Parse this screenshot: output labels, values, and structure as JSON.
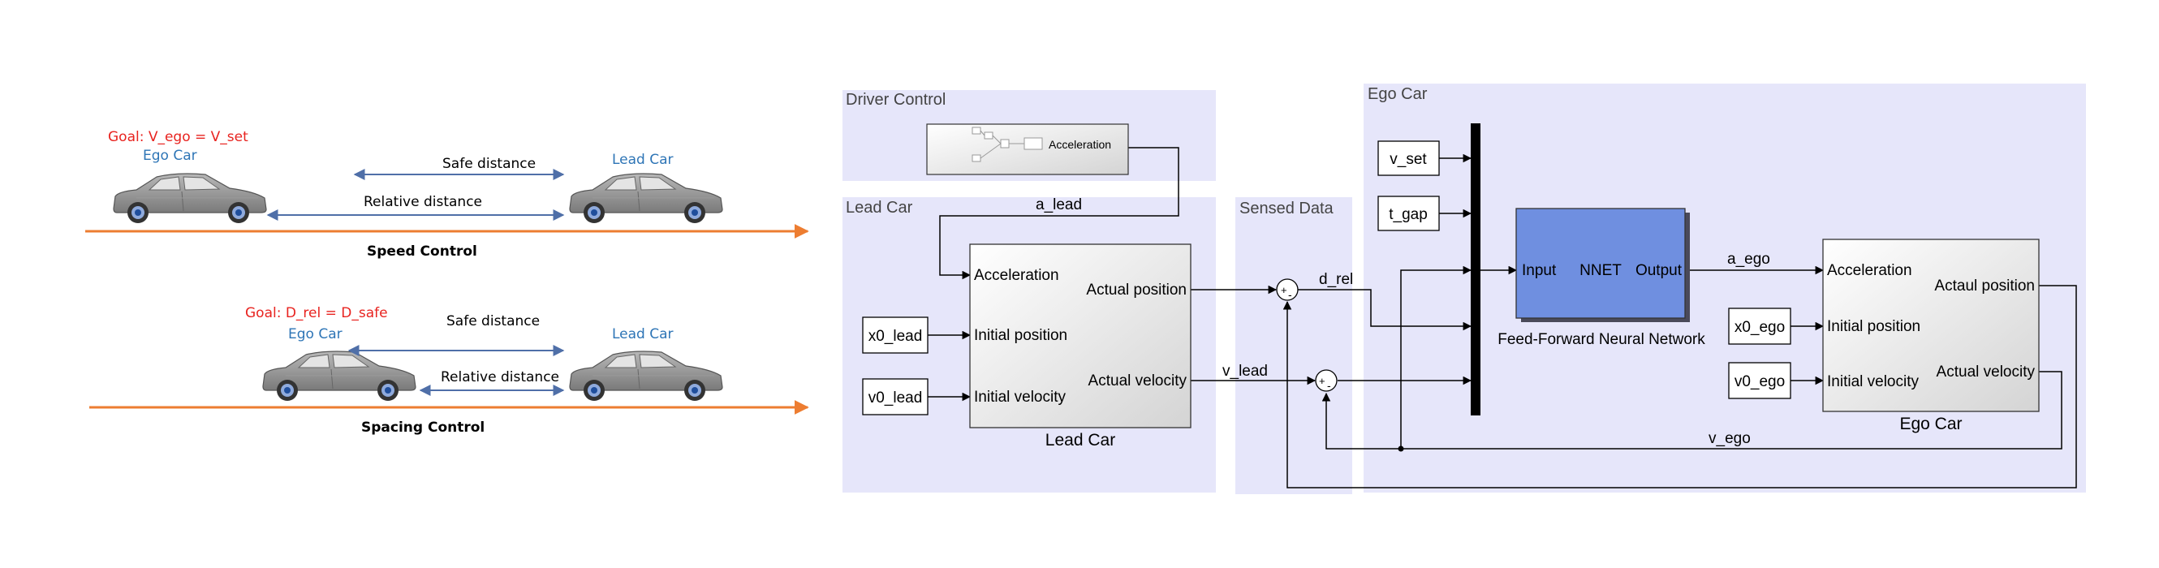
{
  "left": {
    "speed": {
      "goal": "Goal: V_ego = V_set",
      "ego_label": "Ego Car",
      "lead_label": "Lead Car",
      "safe_distance": "Safe distance",
      "relative_distance": "Relative distance",
      "caption": "Speed Control"
    },
    "spacing": {
      "goal": "Goal: D_rel = D_safe",
      "ego_label": "Ego Car",
      "lead_label": "Lead Car",
      "safe_distance": "Safe distance",
      "relative_distance": "Relative distance",
      "caption": "Spacing Control"
    }
  },
  "model": {
    "areas": {
      "driver_control": "Driver Control",
      "lead_car": "Lead Car",
      "sensed_data": "Sensed Data",
      "ego_car": "Ego Car"
    },
    "driver_block": {
      "port": "Acceleration"
    },
    "lead_block": {
      "in1": "Acceleration",
      "in2": "Initial position",
      "in3": "Initial velocity",
      "out1": "Actual position",
      "out2": "Actual velocity",
      "name": "Lead Car"
    },
    "constants": {
      "x0_lead": "x0_lead",
      "v0_lead": "v0_lead",
      "v_set": "v_set",
      "t_gap": "t_gap",
      "x0_ego": "x0_ego",
      "v0_ego": "v0_ego"
    },
    "nnet_block": {
      "input": "Input",
      "title": "NNET",
      "output": "Output",
      "name": "Feed-Forward Neural Network"
    },
    "ego_block": {
      "in1": "Acceleration",
      "in2": "Initial position",
      "in3": "Initial velocity",
      "out1": "Actaul position",
      "out2": "Actual velocity",
      "name": "Ego Car"
    },
    "signals": {
      "a_lead": "a_lead",
      "d_rel": "d_rel",
      "v_lead": "v_lead",
      "a_ego": "a_ego",
      "v_ego": "v_ego"
    },
    "colors": {
      "area_fill": "#e6e6fa",
      "nnet_fill": "#6f8fe0",
      "goal_red": "#e8231f",
      "car_label_blue": "#2e75b6",
      "road_orange": "#ed7d31",
      "arrow_blue": "#4f6fa8"
    }
  }
}
